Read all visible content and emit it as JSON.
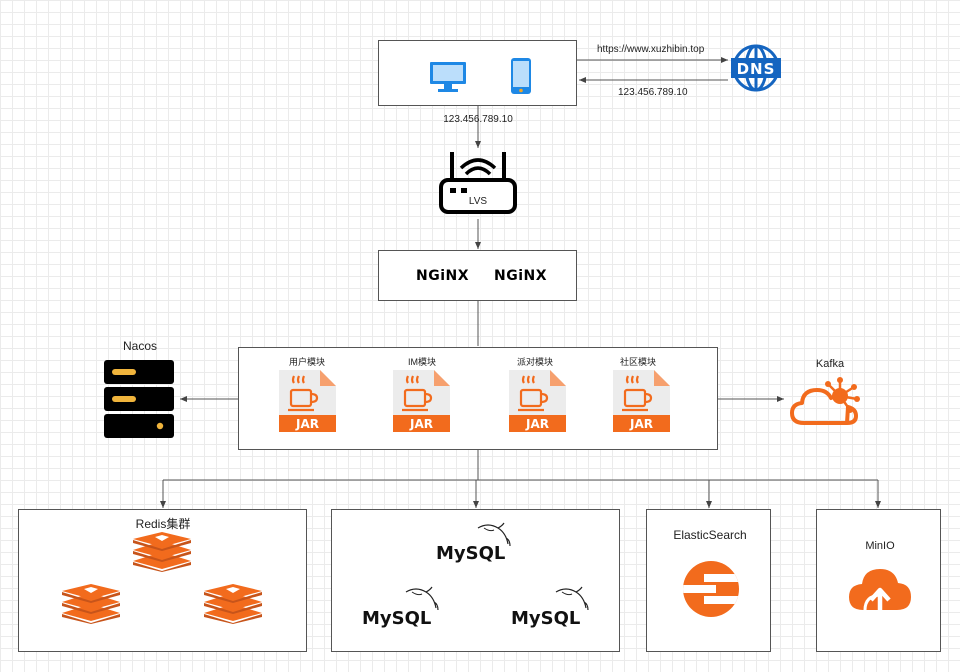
{
  "client": {
    "dns_request": "https://www.xuzhibin.top",
    "dns_response": "123.456.789.10",
    "ip_to_lvs": "123.456.789.10"
  },
  "dns": {
    "logo_text": "DNS",
    "icon": "dns-globe-icon"
  },
  "lvs": {
    "label": "LVS",
    "icon": "router-icon"
  },
  "nginx": {
    "labels": [
      "NGiNX",
      "NGiNX"
    ]
  },
  "nacos": {
    "label": "Nacos",
    "icon": "server-icon"
  },
  "kafka": {
    "label": "Kafka",
    "icon": "cloud-hub-icon"
  },
  "modules": [
    {
      "label": "用户模块",
      "jar": "JAR"
    },
    {
      "label": "IM模块",
      "jar": "JAR"
    },
    {
      "label": "派对模块",
      "jar": "JAR"
    },
    {
      "label": "社区模块",
      "jar": "JAR"
    }
  ],
  "redis": {
    "label": "Redis集群",
    "icon": "redis-icon"
  },
  "mysql": {
    "labels": [
      "MySQL",
      "MySQL",
      "MySQL"
    ]
  },
  "elasticsearch": {
    "label": "ElasticSearch",
    "icon": "elasticsearch-icon"
  },
  "minio": {
    "label": "MinIO",
    "icon": "minio-icon"
  },
  "colors": {
    "accent_orange": "#f26b1d",
    "monitor_blue": "#1e88e5",
    "dns_blue": "#1565c0",
    "line": "#555555"
  }
}
